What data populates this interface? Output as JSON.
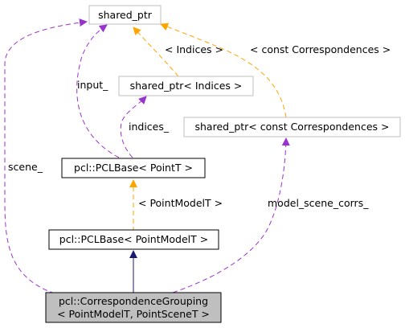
{
  "diagram": {
    "nodes": {
      "shared_ptr": {
        "label": "shared_ptr",
        "style": "gray"
      },
      "shared_ptr_indices": {
        "label": "shared_ptr< Indices >",
        "style": "gray"
      },
      "shared_ptr_correspondences": {
        "label": "shared_ptr< const Correspondences >",
        "style": "gray"
      },
      "pclbase_pointt": {
        "label": "pcl::PCLBase< PointT >",
        "style": "black"
      },
      "pclbase_pointmodelt": {
        "label": "pcl::PCLBase< PointModelT >",
        "style": "black"
      },
      "correspondence_grouping": {
        "line1": "pcl::CorrespondenceGrouping",
        "line2": "< PointModelT, PointSceneT >",
        "style": "highlight"
      }
    },
    "edges": {
      "indices_template": {
        "label": "< Indices >",
        "kind": "template"
      },
      "correspondences_template": {
        "label": "< const Correspondences >",
        "kind": "template"
      },
      "input": {
        "label": "input_",
        "kind": "usage"
      },
      "indices": {
        "label": "indices_",
        "kind": "usage"
      },
      "pointmodel_template": {
        "label": "< PointModelT >",
        "kind": "template"
      },
      "scene": {
        "label": "scene_",
        "kind": "usage"
      },
      "model_scene_corrs": {
        "label": "model_scene_corrs_",
        "kind": "usage"
      },
      "inheritance": {
        "label": "",
        "kind": "inheritance"
      }
    },
    "colors": {
      "usage_edge": "#9a32cd",
      "template_edge": "#ffa500",
      "inheritance_edge": "#191970",
      "gray_border": "#bfbfbf",
      "highlight_fill": "#bfbfbf",
      "black_border": "#000000"
    }
  }
}
